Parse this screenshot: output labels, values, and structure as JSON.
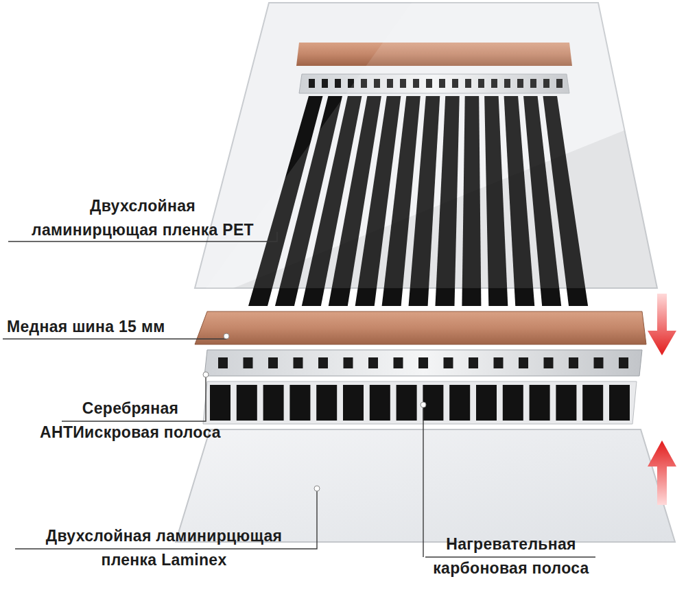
{
  "diagram": {
    "labels": [
      "Двухслойная ламинирцющая пленка PET",
      "Медная шина 15 мм",
      "Серебряная АНТИискровая полоса",
      "Двухслойная ламинирцющая пленка Laminex",
      "Нагревательная карбоновая полоса"
    ]
  }
}
